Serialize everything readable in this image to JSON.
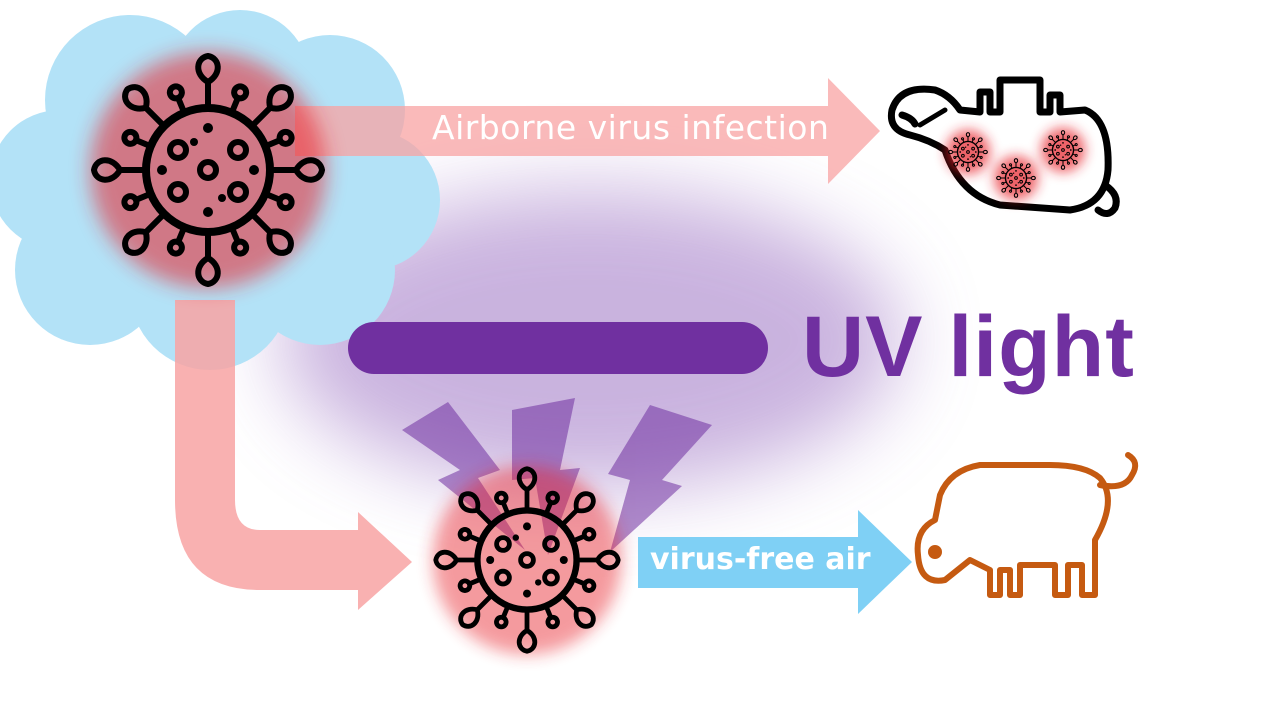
{
  "labels": {
    "airborne": "Airborne virus infection",
    "uv": "UV light",
    "virus_free": "virus-free air"
  },
  "colors": {
    "cloud": "#b3e2f7",
    "virus_glow": "#e8202a",
    "airborne_arrow": "#f8a3a3",
    "uv_purple": "#7030a0",
    "uv_glow": "#b89ad4",
    "clean_arrow": "#7fd0f5",
    "healthy_pig": "#c55a11",
    "outline": "#000000"
  },
  "icons": [
    "virus-icon",
    "sick-pig-icon",
    "uv-lamp-icon",
    "uv-ray-icon",
    "healthy-pig-icon",
    "cloud-icon"
  ]
}
